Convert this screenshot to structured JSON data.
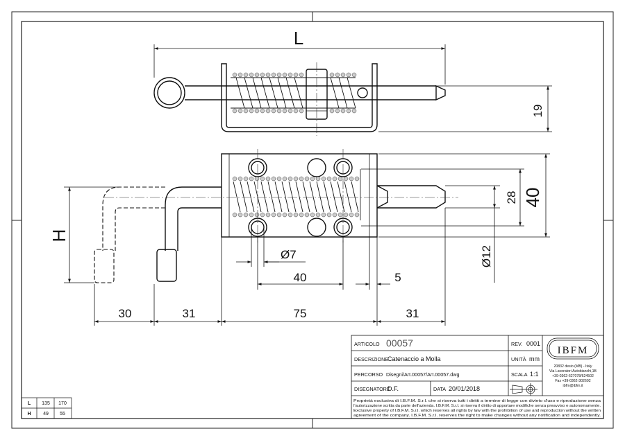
{
  "dimensions": {
    "L": "L",
    "H": "H",
    "d19": "19",
    "d28": "28",
    "d40v": "40",
    "d7": "Ø7",
    "d12": "Ø12",
    "d40h": "40",
    "d5": "5",
    "d30": "30",
    "d31a": "31",
    "d75": "75",
    "d31b": "31"
  },
  "title_block": {
    "articolo_label": "ARTICOLO",
    "articolo_value": "00057",
    "rev_label": "REV.",
    "rev_value": "0001",
    "descrizione_label": "DESCRIZIONE",
    "descrizione_value": "Catenaccio a Molla",
    "unita_label": "UNITÀ",
    "unita_value": "mm",
    "percorso_label": "PERCORSO",
    "percorso_value": "Disegni/Art.00057/Art.00057.dwg",
    "scala_label": "SCALA",
    "scala_value": "1:1",
    "disegnatore_label": "DISEGNATORE",
    "disegnatore_value": "D.F.",
    "data_label": "DATA",
    "data_value": "20/01/2018",
    "logo_text": "IBFM",
    "company_lines": [
      "20832 desio (MB) - Italy",
      "Via Lavoratori Autobianchi,1B",
      "+39-0362-627078/624502",
      "Fax +39-0362-302692",
      "ibfm@ibfm.it"
    ],
    "notice_lines": [
      "Proprietà esclusiva di I.B.F.M. S.r.l. che si riserva tutti i diritti a termine di legge con divieto d'uso e riproduzione senza",
      "l'autorizzazione scritta da parte dell'azienda. I.B.F.M. S.r.l. si riserva il diritto di apportare modifiche senza preavviso e autonomamente.",
      "Exclusive property of I.B.F.M. S.r.l. which reserves all rights by law with the prohibition of use and reproduction without the written",
      "agreement of the company. I.B.F.M. S.r.l. reserves the right to make changes without any notification and independently."
    ]
  },
  "size_table": {
    "rows": [
      {
        "name": "L",
        "v1": "135",
        "v2": "170"
      },
      {
        "name": "H",
        "v1": "49",
        "v2": "55"
      }
    ]
  }
}
